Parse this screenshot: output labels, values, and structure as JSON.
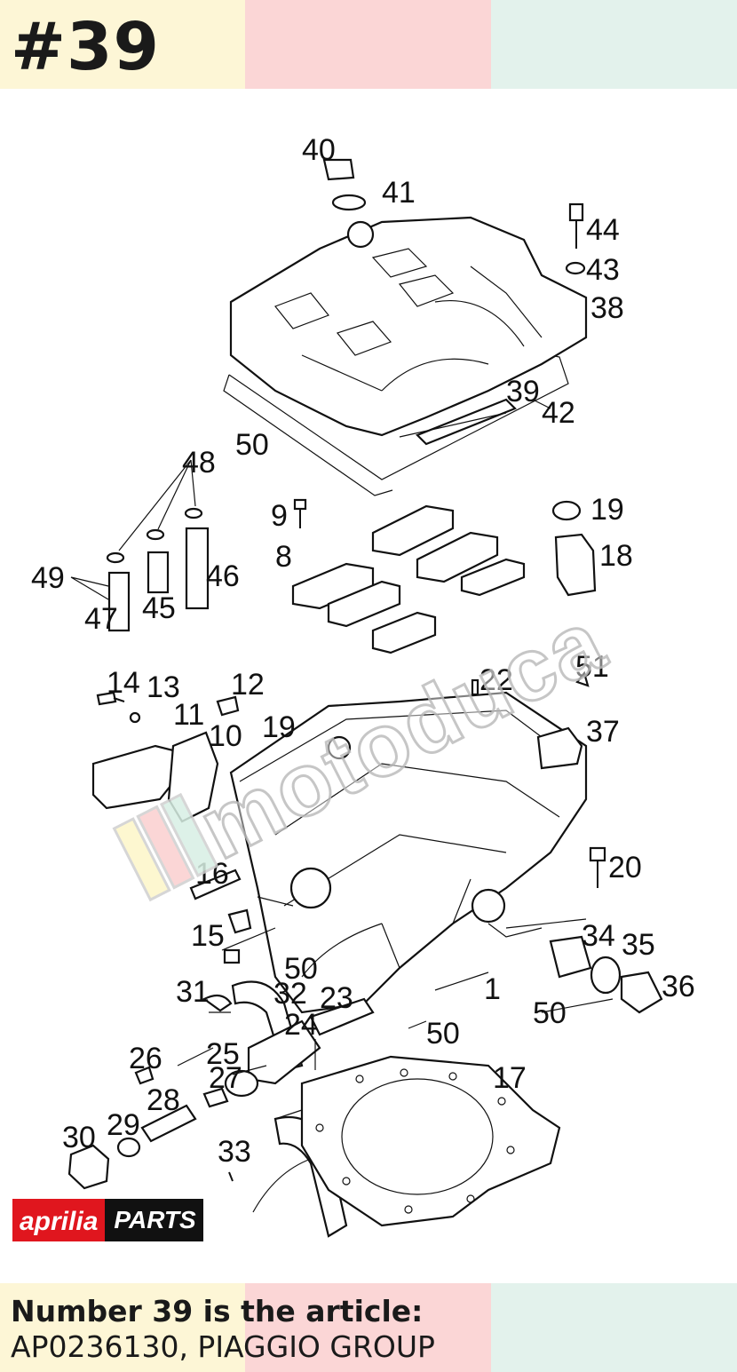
{
  "header": {
    "number": "#39"
  },
  "footer": {
    "heading": "Number 39 is the article:",
    "article": "AP0236130, PIAGGIO GROUP"
  },
  "logo": {
    "brand": "aprilia",
    "parts": "PARTS"
  },
  "watermark": {
    "text": "motoduca"
  },
  "colors": {
    "band_yellow": "#fdf6d6",
    "band_pink": "#fbd6d6",
    "band_mint": "#e3f2ec",
    "aprilia_red": "#e0161e"
  },
  "callouts": [
    "40",
    "41",
    "44",
    "43",
    "38",
    "39",
    "42",
    "50",
    "48",
    "9",
    "8",
    "19",
    "18",
    "49",
    "46",
    "47",
    "45",
    "14",
    "13",
    "12",
    "11",
    "10",
    "19",
    "22",
    "51",
    "37",
    "16",
    "20",
    "15",
    "50",
    "34",
    "35",
    "31",
    "32",
    "23",
    "1",
    "36",
    "50",
    "24",
    "50",
    "26",
    "25",
    "27",
    "17",
    "28",
    "29",
    "30",
    "33"
  ]
}
